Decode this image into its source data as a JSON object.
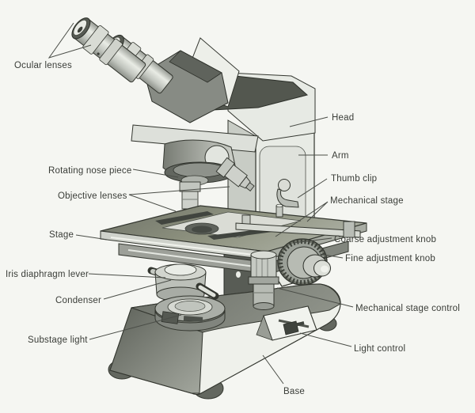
{
  "figure": {
    "description": "Labeled line-art diagram of a compound binocular microscope",
    "colors": {
      "background": "#f5f6f2",
      "ink": "#33362f",
      "label_text": "#3a3d38",
      "metal_light": "#e9ece6",
      "metal_mid": "#b9bdb6",
      "metal_dark": "#6b6f68",
      "band_dark": "#53574f"
    }
  },
  "diagram": {
    "labels": [
      {
        "id": "ocular-lenses",
        "text": "Ocular lenses"
      },
      {
        "id": "rotating-nose-piece",
        "text": "Rotating nose piece"
      },
      {
        "id": "objective-lenses",
        "text": "Objective lenses"
      },
      {
        "id": "stage",
        "text": "Stage"
      },
      {
        "id": "iris-diaphragm-lever",
        "text": "Iris diaphragm lever"
      },
      {
        "id": "condenser",
        "text": "Condenser"
      },
      {
        "id": "substage-light",
        "text": "Substage light"
      },
      {
        "id": "head",
        "text": "Head"
      },
      {
        "id": "arm",
        "text": "Arm"
      },
      {
        "id": "thumb-clip",
        "text": "Thumb clip"
      },
      {
        "id": "mechanical-stage",
        "text": "Mechanical stage"
      },
      {
        "id": "coarse-adjustment-knob",
        "text": "Coarse adjustment knob"
      },
      {
        "id": "fine-adjustment-knob",
        "text": "Fine adjustment knob"
      },
      {
        "id": "mechanical-stage-control",
        "text": "Mechanical stage control"
      },
      {
        "id": "light-control",
        "text": "Light control"
      },
      {
        "id": "base",
        "text": "Base"
      }
    ]
  }
}
